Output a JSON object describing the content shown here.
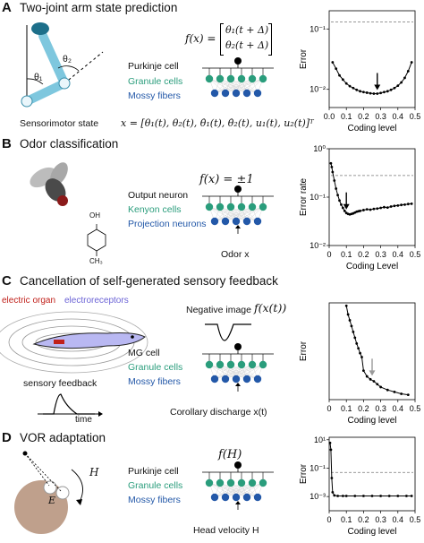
{
  "colors": {
    "green": "#2a9d7c",
    "blue": "#2358a8",
    "red": "#c0201a",
    "violet": "#6b63d6"
  },
  "panels": {
    "A": {
      "letter": "A",
      "title": "Two-joint arm state prediction",
      "theta1": "θ₁",
      "theta2": "θ₂",
      "formula": "f(x) = [θ₁(t + Δ); θ₂(t + Δ)]",
      "formula_lhs": "f(x) =",
      "formula_row1": "θ₁(t + Δ)",
      "formula_row2": "θ₂(t + Δ)",
      "output_label": "Purkinje cell",
      "granule_label": "Granule cells",
      "mossy_label": "Mossy fibers",
      "state_label": "Sensorimotor state",
      "state_eq": "x = [θ₁(t), θ₂(t), θ̇₁(t), θ̇₂(t), u₁(t), u₂(t)]ᵀ"
    },
    "B": {
      "letter": "B",
      "title": "Odor classification",
      "formula": "f(x) = ±1",
      "output_label": "Output neuron",
      "granule_label": "Kenyon cells",
      "mossy_label": "Projection neurons",
      "input_label": "Odor x",
      "molecule_top": "OH",
      "molecule_bottom": "CH₃"
    },
    "C": {
      "letter": "C",
      "title": "Cancellation of self-generated sensory feedback",
      "organ_label": "electric organ",
      "receptor_label": "electroreceptors",
      "feedback_label": "sensory feedback",
      "time_label": "time",
      "negative_label": "Negative image",
      "formula": "f(x(t))",
      "output_label": "MG cell",
      "granule_label": "Granule cells",
      "mossy_label": "Mossy fibers",
      "input_label": "Corollary discharge x(t)"
    },
    "D": {
      "letter": "D",
      "title": "VOR adaptation",
      "E_label": "E",
      "H_label": "H",
      "formula": "f(H)",
      "output_label": "Purkinje cell",
      "granule_label": "Granule cells",
      "mossy_label": "Mossy fibers",
      "input_label": "Head velocity H"
    }
  },
  "chart_data": [
    {
      "type": "line",
      "panel": "A",
      "ylabel": "Error",
      "xlabel": "Coding level",
      "xlim": [
        0,
        0.5
      ],
      "ylim": [
        0.005,
        0.2
      ],
      "yscale": "log",
      "xticks": [
        "0.0",
        "0.1",
        "0.2",
        "0.3",
        "0.4",
        "0.5"
      ],
      "yticks": [
        "10⁻²",
        "10⁻¹"
      ],
      "baseline": 0.13,
      "arrow": {
        "x": 0.28,
        "color": "#000000"
      },
      "x": [
        0.02,
        0.04,
        0.06,
        0.08,
        0.1,
        0.12,
        0.14,
        0.16,
        0.18,
        0.2,
        0.22,
        0.24,
        0.26,
        0.28,
        0.3,
        0.32,
        0.34,
        0.36,
        0.38,
        0.4,
        0.42,
        0.44,
        0.46,
        0.48
      ],
      "y": [
        0.028,
        0.022,
        0.017,
        0.0145,
        0.0125,
        0.0113,
        0.0105,
        0.0098,
        0.0093,
        0.009,
        0.0088,
        0.0086,
        0.0085,
        0.0085,
        0.0087,
        0.009,
        0.0093,
        0.0098,
        0.0105,
        0.0115,
        0.013,
        0.0155,
        0.02,
        0.028
      ]
    },
    {
      "type": "line",
      "panel": "B",
      "ylabel": "Error rate",
      "xlabel": "Coding Level",
      "xlim": [
        0,
        0.5
      ],
      "ylim": [
        0.01,
        1.0
      ],
      "yscale": "log",
      "xticks": [
        "0",
        "0.1",
        "0.2",
        "0.3",
        "0.4",
        "0.5"
      ],
      "yticks": [
        "10⁻²",
        "10⁻¹",
        "10⁰"
      ],
      "baseline": 0.28,
      "arrow": {
        "x": 0.1,
        "color": "#000000"
      },
      "x": [
        0.01,
        0.015,
        0.02,
        0.03,
        0.04,
        0.05,
        0.06,
        0.07,
        0.08,
        0.09,
        0.1,
        0.11,
        0.12,
        0.13,
        0.14,
        0.15,
        0.16,
        0.17,
        0.18,
        0.2,
        0.22,
        0.24,
        0.26,
        0.28,
        0.3,
        0.32,
        0.34,
        0.36,
        0.38,
        0.4,
        0.42,
        0.44,
        0.46,
        0.48
      ],
      "y": [
        0.5,
        0.42,
        0.33,
        0.22,
        0.15,
        0.11,
        0.085,
        0.07,
        0.06,
        0.052,
        0.047,
        0.045,
        0.044,
        0.045,
        0.046,
        0.048,
        0.05,
        0.051,
        0.052,
        0.054,
        0.056,
        0.055,
        0.057,
        0.058,
        0.06,
        0.062,
        0.061,
        0.064,
        0.066,
        0.067,
        0.069,
        0.07,
        0.072,
        0.073
      ]
    },
    {
      "type": "line",
      "panel": "C",
      "ylabel": "Error",
      "xlabel": "Coding level",
      "xlim": [
        0,
        0.5
      ],
      "ylim": [
        0,
        1
      ],
      "yscale": "linear",
      "xticks": [
        "0",
        "0.1",
        "0.2",
        "0.3",
        "0.4",
        "0.5"
      ],
      "yticks": [],
      "arrow": {
        "x": 0.25,
        "color": "#9a9a9a"
      },
      "x": [
        0.1,
        0.11,
        0.12,
        0.13,
        0.14,
        0.15,
        0.16,
        0.17,
        0.18,
        0.19,
        0.2,
        0.22,
        0.24,
        0.26,
        0.28,
        0.3,
        0.34,
        0.38,
        0.42,
        0.46
      ],
      "y": [
        0.97,
        0.88,
        0.82,
        0.76,
        0.7,
        0.64,
        0.58,
        0.53,
        0.48,
        0.44,
        0.3,
        0.24,
        0.21,
        0.19,
        0.16,
        0.13,
        0.1,
        0.08,
        0.06,
        0.05
      ]
    },
    {
      "type": "line",
      "panel": "D",
      "ylabel": "Error",
      "xlabel": "Coding level",
      "xlim": [
        0,
        0.5
      ],
      "ylim": [
        0.0001,
        15
      ],
      "yscale": "log",
      "xticks": [
        "0",
        "0.1",
        "0.2",
        "0.3",
        "0.4",
        "0.5"
      ],
      "yticks": [
        "10⁻³",
        "10⁻¹",
        "10¹"
      ],
      "baseline": 0.05,
      "x": [
        0.005,
        0.01,
        0.015,
        0.02,
        0.03,
        0.05,
        0.08,
        0.1,
        0.15,
        0.2,
        0.25,
        0.3,
        0.35,
        0.4,
        0.45,
        0.48
      ],
      "y": [
        6,
        2,
        0.02,
        0.002,
        0.0012,
        0.0011,
        0.0011,
        0.0011,
        0.0011,
        0.0011,
        0.0011,
        0.0011,
        0.0011,
        0.0011,
        0.0011,
        0.0011
      ]
    }
  ]
}
